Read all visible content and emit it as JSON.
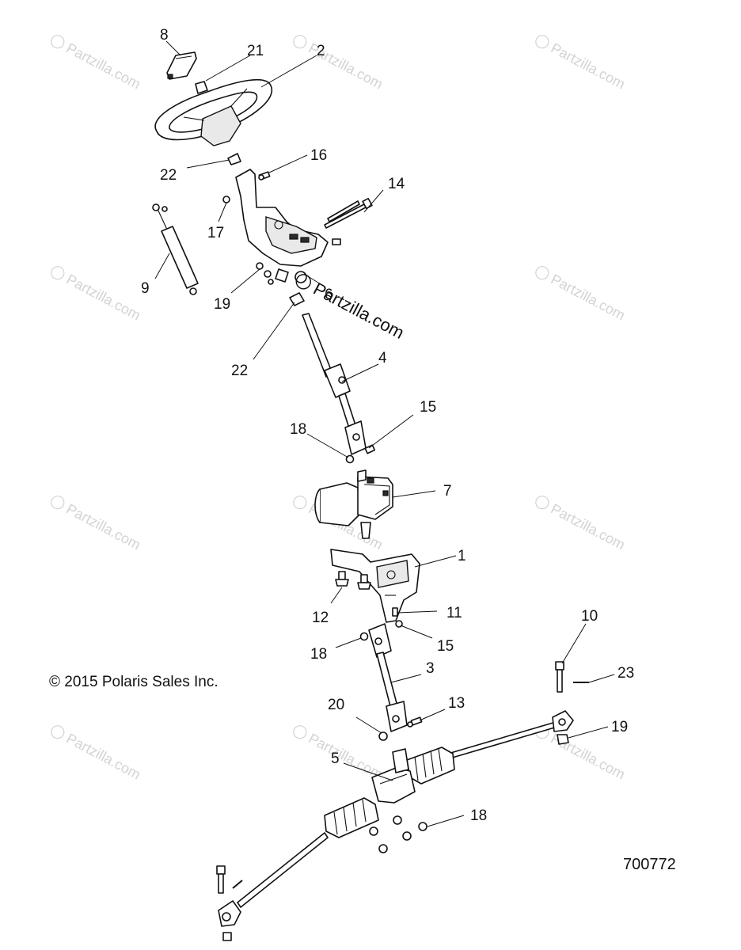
{
  "diagram": {
    "copyright": "© 2015 Polaris Sales Inc.",
    "diagram_code": "700772",
    "watermark_text": "Partzilla.com",
    "watermark_symbol": "©"
  },
  "callouts": [
    {
      "id": "c8",
      "text": "8"
    },
    {
      "id": "c21",
      "text": "21"
    },
    {
      "id": "c2",
      "text": "2"
    },
    {
      "id": "c16",
      "text": "16"
    },
    {
      "id": "c22a",
      "text": "22"
    },
    {
      "id": "c14",
      "text": "14"
    },
    {
      "id": "c17",
      "text": "17"
    },
    {
      "id": "c9",
      "text": "9"
    },
    {
      "id": "c19a",
      "text": "19"
    },
    {
      "id": "c6",
      "text": "6"
    },
    {
      "id": "c22b",
      "text": "22"
    },
    {
      "id": "c4",
      "text": "4"
    },
    {
      "id": "c15a",
      "text": "15"
    },
    {
      "id": "c18a",
      "text": "18"
    },
    {
      "id": "c7",
      "text": "7"
    },
    {
      "id": "c1",
      "text": "1"
    },
    {
      "id": "c12",
      "text": "12"
    },
    {
      "id": "c11",
      "text": "11"
    },
    {
      "id": "c10",
      "text": "10"
    },
    {
      "id": "c15b",
      "text": "15"
    },
    {
      "id": "c18b",
      "text": "18"
    },
    {
      "id": "c3",
      "text": "3"
    },
    {
      "id": "c23",
      "text": "23"
    },
    {
      "id": "c20",
      "text": "20"
    },
    {
      "id": "c13",
      "text": "13"
    },
    {
      "id": "c19b",
      "text": "19"
    },
    {
      "id": "c5",
      "text": "5"
    },
    {
      "id": "c18c",
      "text": "18"
    }
  ],
  "colors": {
    "line": "#111111",
    "watermark": "#d3d3d3",
    "background": "#ffffff"
  }
}
